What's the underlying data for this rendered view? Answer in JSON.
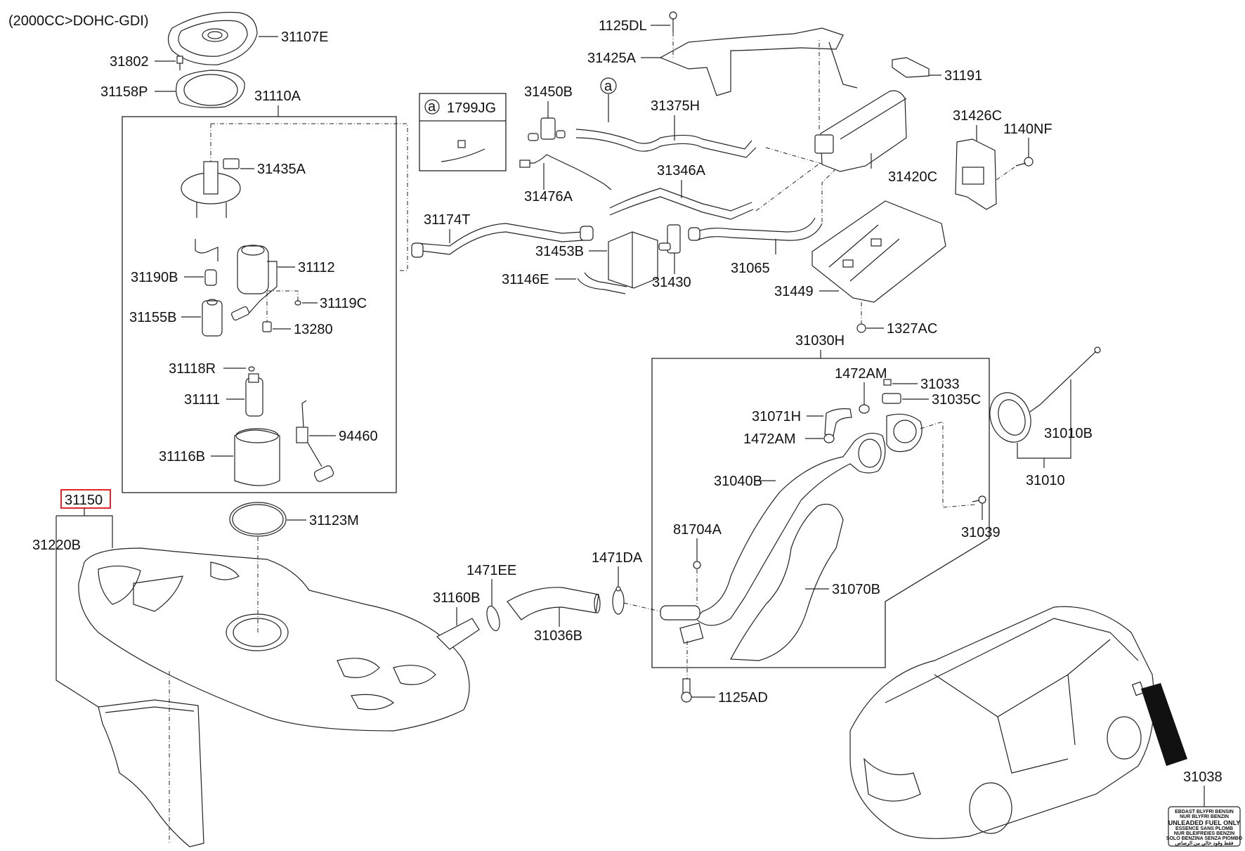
{
  "diagram": {
    "caption": "(2000CC>DOHC-GDI)",
    "highlighted_part": "31150",
    "highlight_color": "#e0262b",
    "callout_box": {
      "marker": "a",
      "part": "1799JG"
    },
    "callout_marker": "a",
    "labels": {
      "p31107E": "31107E",
      "p31802": "31802",
      "p31158P": "31158P",
      "p31110A": "31110A",
      "p31435A": "31435A",
      "p31190B": "31190B",
      "p31112": "31112",
      "p31119C": "31119C",
      "p31155B": "31155B",
      "p13280": "13280",
      "p31118R": "31118R",
      "p31111": "31111",
      "p94460": "94460",
      "p31116B": "31116B",
      "p31150": "31150",
      "p31220B": "31220B",
      "p31123M": "31123M",
      "p1125DL": "1125DL",
      "p31425A": "31425A",
      "p31450B": "31450B",
      "p31375H": "31375H",
      "p31476A": "31476A",
      "p31346A": "31346A",
      "p31174T": "31174T",
      "p31453B": "31453B",
      "p31146E": "31146E",
      "p31430": "31430",
      "p31065": "31065",
      "p31191": "31191",
      "p31426C": "31426C",
      "p1140NF": "1140NF",
      "p31420C": "31420C",
      "p31449": "31449",
      "p1327AC": "1327AC",
      "p31030H": "31030H",
      "p1472AM_a": "1472AM",
      "p31033": "31033",
      "p31035C": "31035C",
      "p31071H": "31071H",
      "p1472AM_b": "1472AM",
      "p31040B": "31040B",
      "p31010B": "31010B",
      "p31010": "31010",
      "p31039": "31039",
      "p81704A": "81704A",
      "p31070B": "31070B",
      "p1471EE": "1471EE",
      "p1471DA": "1471DA",
      "p31160B": "31160B",
      "p31036B": "31036B",
      "p1125AD": "1125AD",
      "p31038": "31038"
    },
    "fuel_label": {
      "lines": [
        "EBDAST BLYFRI BENSIN",
        "NUR BLYFRI BENZIN",
        "UNLEADED FUEL ONLY",
        "ESSENCE SANS PLOMB",
        "NUR BLEIFREIES BENZIN",
        "SOLO BENZINA SENZA PIOMBO",
        "فقط وقود خالي من الرصاص"
      ]
    }
  }
}
